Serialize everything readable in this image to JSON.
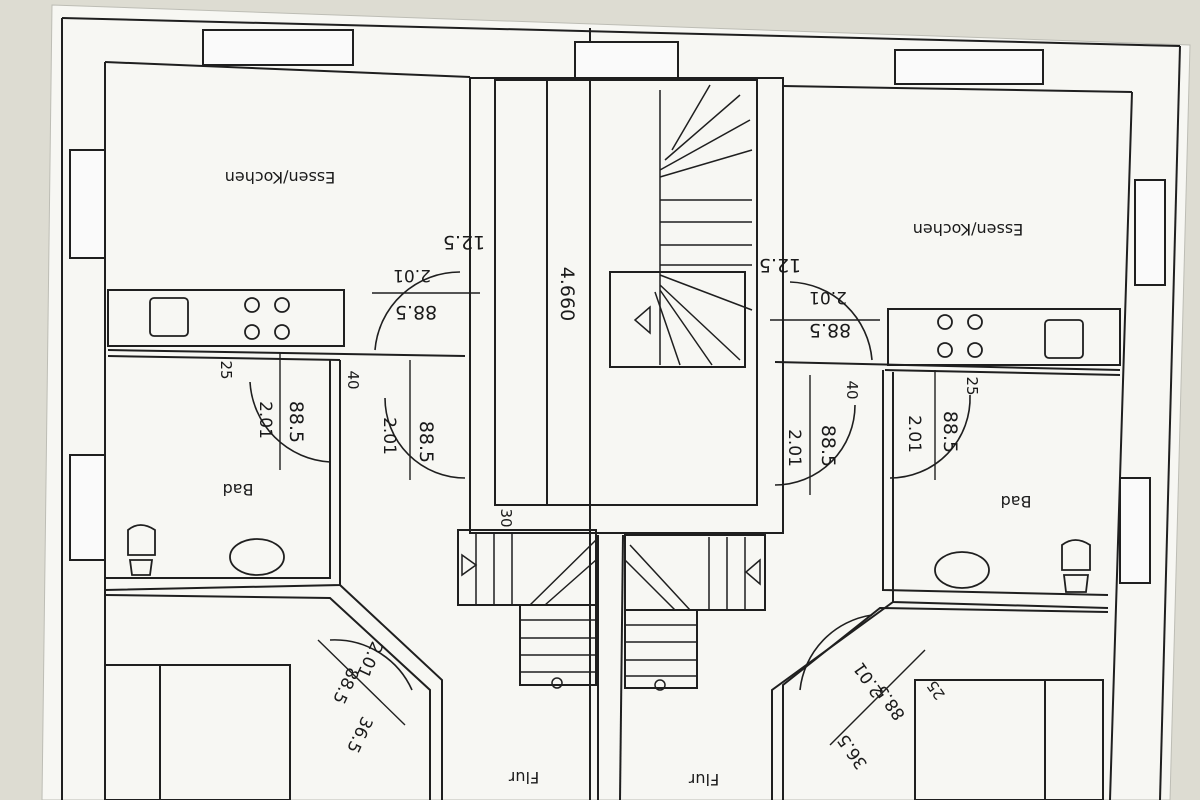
{
  "rooms": {
    "left": {
      "kitchen": "Essen/Kochen",
      "bath": "Bad",
      "hall": "Flur"
    },
    "right": {
      "kitchen": "Essen/Kochen",
      "bath": "Bad",
      "hall": "Flur"
    }
  },
  "dimensions": {
    "stair_length": "4.660",
    "left_wall_thickness": "12.5",
    "right_wall_thickness": "12.5",
    "center_gap": "30",
    "left_kitchen_door_width": "88.5",
    "left_kitchen_door_height": "2.01",
    "left_bath_door_width": "88.5",
    "left_bath_door_height": "2.01",
    "left_bath_wall": "25",
    "left_partition": "40",
    "left_hall_door_width": "88.5",
    "left_hall_door_height": "2.01",
    "left_bedroom_door_width": "88.5",
    "left_bedroom_door_height": "2.01",
    "left_bedroom_wall": "36.5",
    "right_kitchen_door_width": "88.5",
    "right_kitchen_door_height": "2.01",
    "right_hall_door_width": "88.5",
    "right_hall_door_height": "2.01",
    "right_partition": "40",
    "right_bath_door_width": "88.5",
    "right_bath_door_height": "2.01",
    "right_bath_wall": "25",
    "right_bedroom_door_width": "88.5",
    "right_bedroom_door_height": "2.01",
    "right_bedroom_wall": "36.5",
    "right_bedroom_wall_b": "25"
  }
}
